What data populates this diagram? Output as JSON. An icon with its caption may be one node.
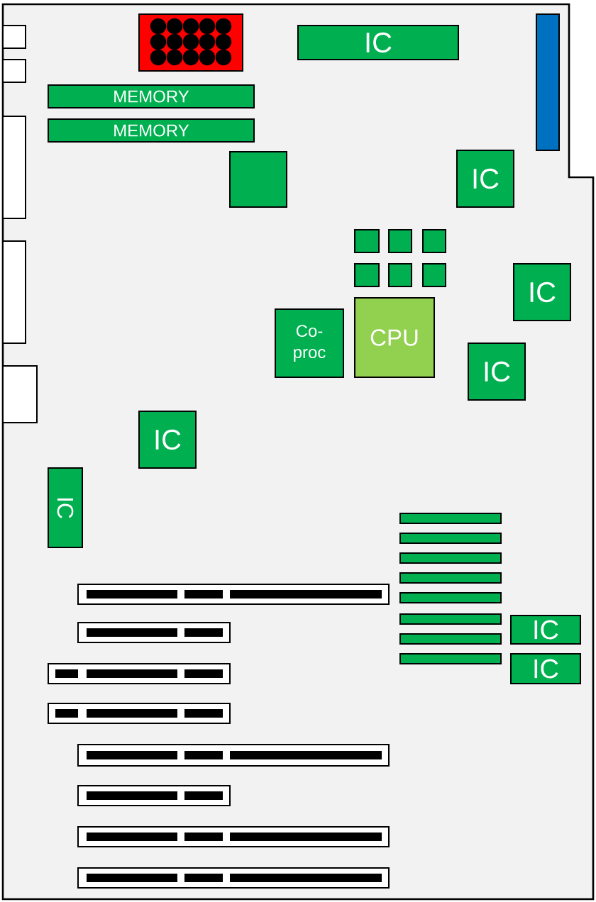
{
  "diagram": {
    "nodes": [
      {
        "text": [
          "IC"
        ]
      },
      {
        "text": [
          "MEMORY"
        ]
      },
      {
        "text": [
          "MEMORY"
        ]
      },
      {
        "text": [],
        "shape": "box"
      },
      {
        "text": [
          "IC"
        ]
      },
      {
        "text": [],
        "shape": "box"
      },
      {
        "text": [],
        "shape": "box"
      },
      {
        "text": [],
        "shape": "box"
      },
      {
        "text": [],
        "shape": "box"
      },
      {
        "text": [],
        "shape": "box"
      },
      {
        "text": [],
        "shape": "box"
      },
      {
        "text": [
          "IC"
        ]
      },
      {
        "text": [
          "Co- proc"
        ]
      },
      {
        "text": [
          "CPU"
        ]
      },
      {
        "text": [
          "IC"
        ]
      },
      {
        "text": [
          "IC"
        ]
      },
      {
        "text": [
          "IC"
        ]
      },
      {
        "text": [],
        "shape": "bar"
      },
      {
        "text": [],
        "shape": "bar"
      },
      {
        "text": [],
        "shape": "bar"
      },
      {
        "text": [],
        "shape": "bar"
      },
      {
        "text": [],
        "shape": "bar"
      },
      {
        "text": [],
        "shape": "bar"
      },
      {
        "text": [],
        "shape": "bar"
      },
      {
        "text": [],
        "shape": "bar"
      },
      {
        "text": [
          "IC"
        ]
      },
      {
        "text": [
          "IC"
        ]
      }
    ]
  }
}
